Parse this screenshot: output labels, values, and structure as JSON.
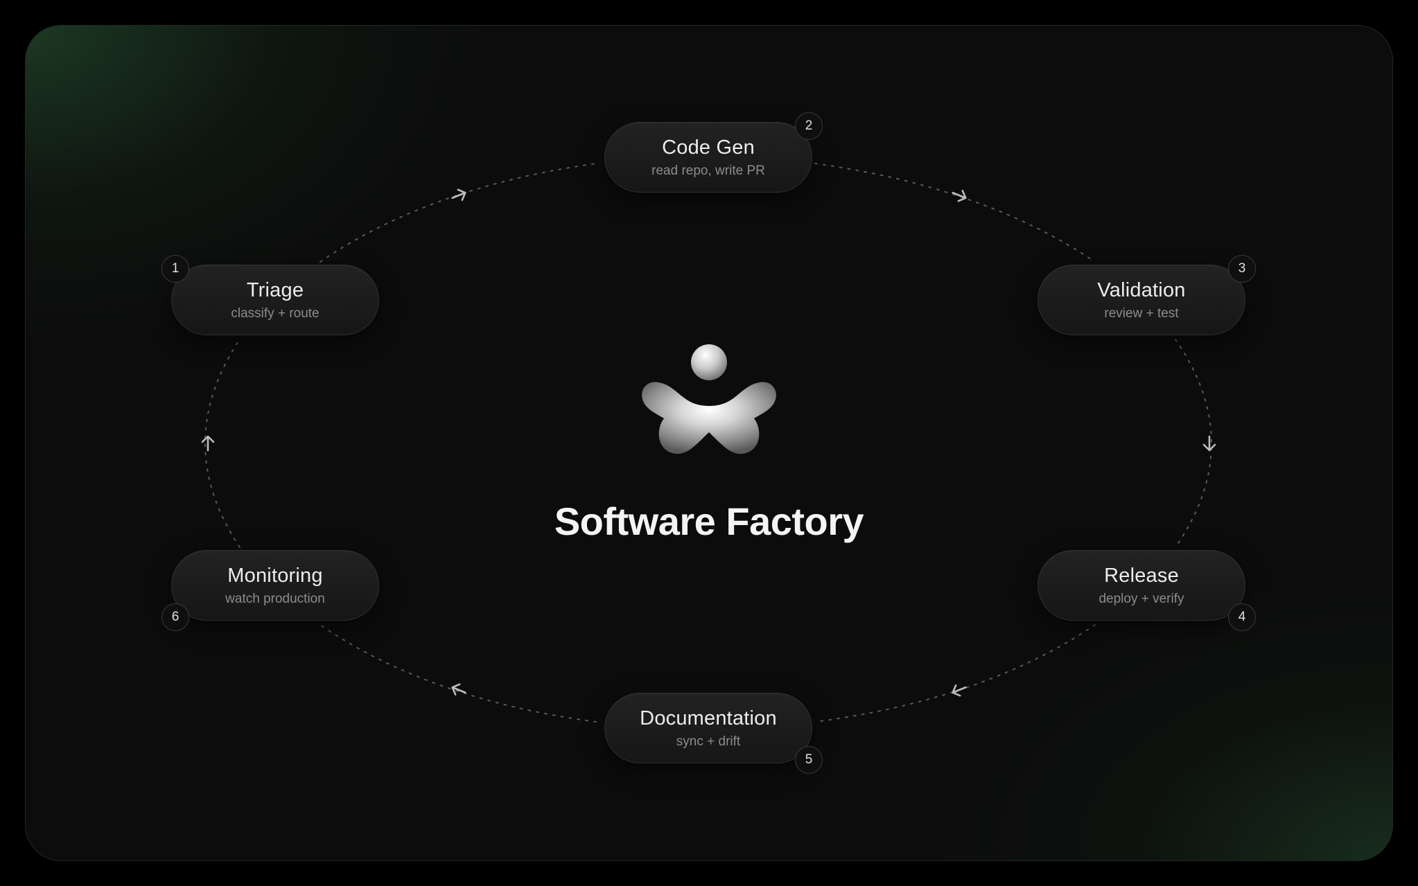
{
  "title": "Software Factory",
  "accent_color": "#1e3a24",
  "logo_icon": "mascot-logo-icon",
  "steps": [
    {
      "number": "1",
      "title": "Triage",
      "subtitle": "classify + route"
    },
    {
      "number": "2",
      "title": "Code Gen",
      "subtitle": "read repo, write PR"
    },
    {
      "number": "3",
      "title": "Validation",
      "subtitle": "review + test"
    },
    {
      "number": "4",
      "title": "Release",
      "subtitle": "deploy + verify"
    },
    {
      "number": "5",
      "title": "Documentation",
      "subtitle": "sync + drift"
    },
    {
      "number": "6",
      "title": "Monitoring",
      "subtitle": "watch production"
    }
  ]
}
